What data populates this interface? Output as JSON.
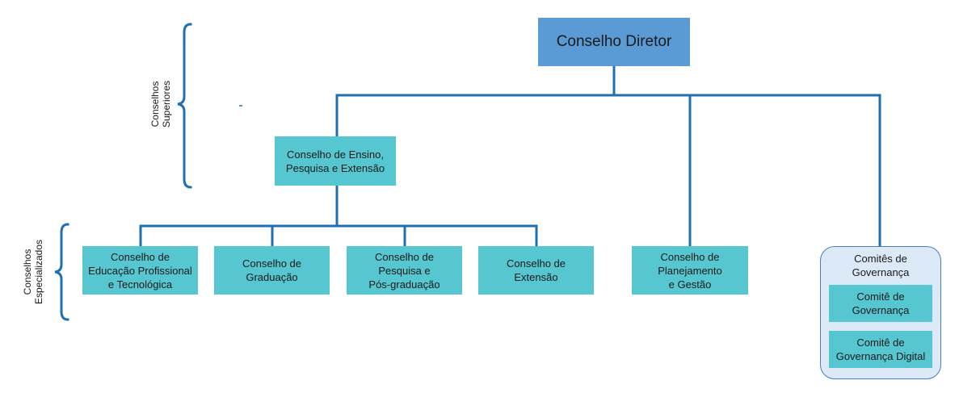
{
  "colors": {
    "connector": "#1f6fb2",
    "top_node": "#5b9bd5",
    "node": "#56c6d0",
    "panel_fill": "#dce9f7",
    "panel_border": "#4a7fbf"
  },
  "groups": {
    "superiores": "Conselhos\nSuperiores",
    "especializados": "Conselhos\nEspecializados"
  },
  "nodes": {
    "diretor": "Conselho Diretor",
    "cepe": "Conselho de Ensino,\nPesquisa e Extensão",
    "educacao": "Conselho de\nEducação Profissional\ne Tecnológica",
    "graduacao": "Conselho de\nGraduação",
    "pesquisa": "Conselho de\nPesquisa e\nPós-graduação",
    "extensao": "Conselho de\nExtensão",
    "planejamento": "Conselho de\nPlanejamento\ne Gestão"
  },
  "comites": {
    "title": "Comitês de\nGovernança",
    "governanca": "Comitê de\nGovernança",
    "governanca_digital": "Comitê de\nGovernança Digital"
  }
}
